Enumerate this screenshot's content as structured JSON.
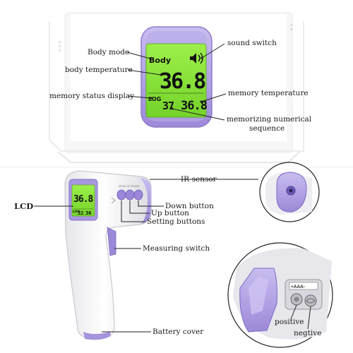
{
  "top_panel": {
    "labels": {
      "body_mode": "Body mode",
      "body_temperature": "body temperature",
      "memory_status_display": "memory status display",
      "sound_switch": "sound switch",
      "memory_temperature": "memory temperature",
      "memorizing_numerical_sequence_line1": "memorizing numerical",
      "memorizing_numerical_sequence_line2": "sequence"
    },
    "lcd": {
      "mode_text": "Body",
      "main_reading": "36.8",
      "log_text": "LOG",
      "memory_index": "37",
      "memory_reading": "36.8"
    }
  },
  "bottom_panel": {
    "labels": {
      "lcd": "LCD",
      "ir_sensor": "IR-sensor",
      "down_button": "Down button",
      "up_button": "Up button",
      "setting_buttons": "Setting buttons",
      "measuring_switch": "Measuring switch",
      "battery_cover": "Battery cover",
      "positive": "positive",
      "negative": "negtive"
    },
    "device_lcd": {
      "main_reading": "36.8",
      "log_text": "LOG",
      "memory_index": "32",
      "memory_reading": "36"
    },
    "battery_marking": "+AAA-",
    "button_marking": "MODE UP DOWN"
  },
  "colors": {
    "lcd_green": "#8ee53f",
    "lcd_green_dark": "#5cc21c",
    "purple": "#b19ee0",
    "purple_dark": "#8f7ccb",
    "device_white": "#f4f4f6",
    "label_text": "#1a1a1a"
  }
}
